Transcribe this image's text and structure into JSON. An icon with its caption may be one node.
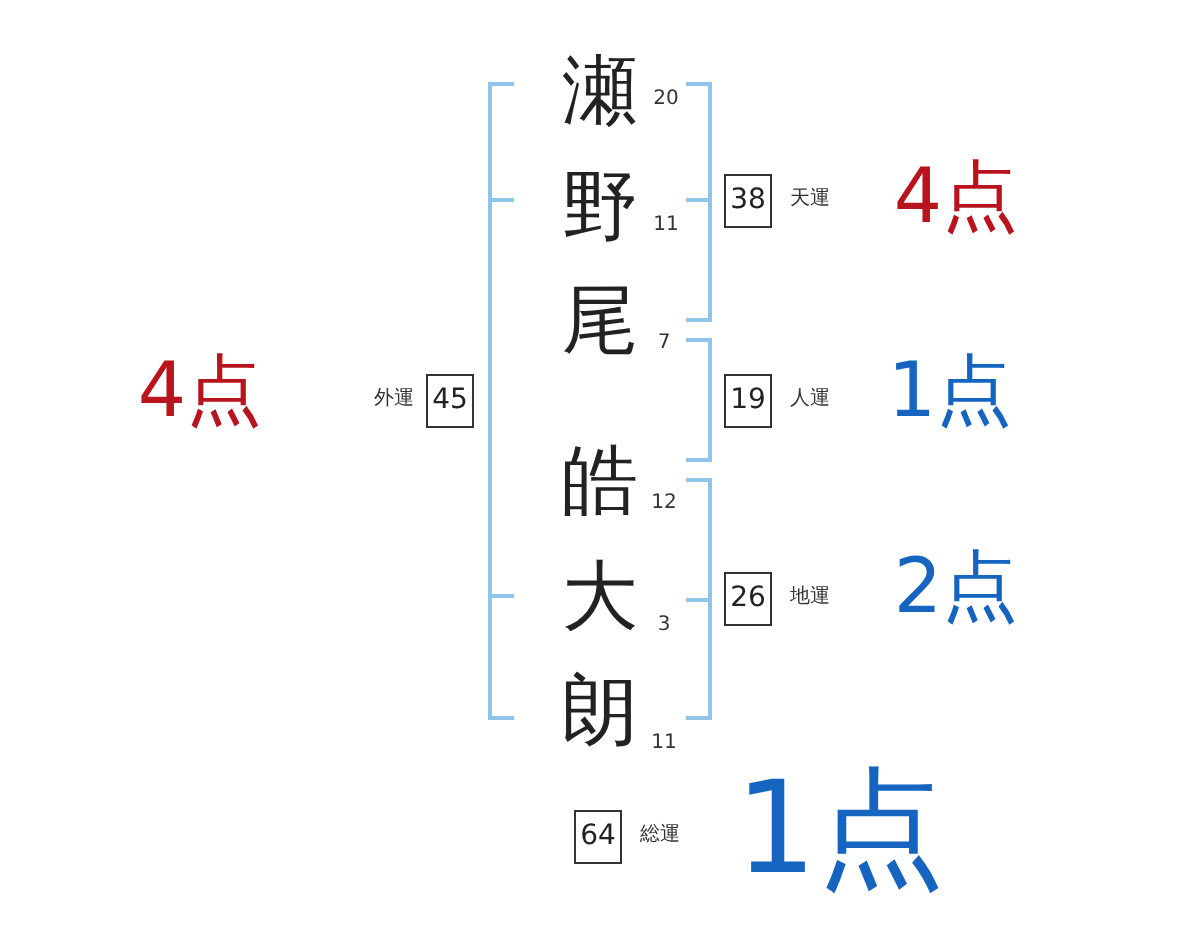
{
  "diagram": {
    "nodes": [
      {
        "text": [
          "38"
        ],
        "beside": [
          "天運"
        ]
      },
      {
        "text": [
          "45"
        ],
        "beside": [
          "外運"
        ]
      },
      {
        "text": [
          "19"
        ],
        "beside": [
          "人運"
        ]
      },
      {
        "text": [
          "26"
        ],
        "beside": [
          "地運"
        ]
      },
      {
        "text": [
          "64"
        ],
        "beside": [
          "総運"
        ]
      }
    ],
    "edges": [],
    "labels": [
      "瀬",
      "20",
      "野",
      "11",
      "尾",
      "7",
      "皓",
      "12",
      "大",
      "3",
      "朗",
      "11",
      "4点",
      "4点",
      "1点",
      "2点",
      "1点"
    ]
  }
}
